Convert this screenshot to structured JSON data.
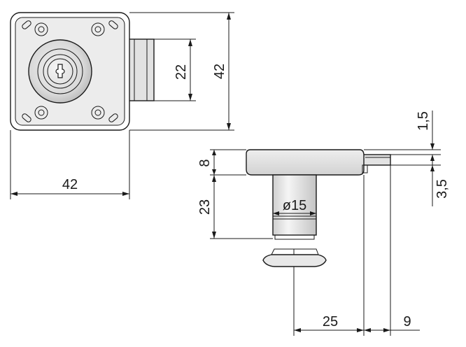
{
  "front_view": {
    "height_overall": "42",
    "bolt_height": "22",
    "width_overall": "42"
  },
  "side_view": {
    "plate_thickness": "8",
    "cylinder_length": "23",
    "cylinder_diameter": "ø15",
    "bolt_offset_top": "1,5",
    "bolt_thickness": "3,5",
    "backset": "25",
    "bolt_throw": "9"
  },
  "colors": {
    "line": "#1a1a1a",
    "body_fill": "#e6e6e6",
    "body_dark": "#c8c8c8",
    "background": "#ffffff"
  }
}
